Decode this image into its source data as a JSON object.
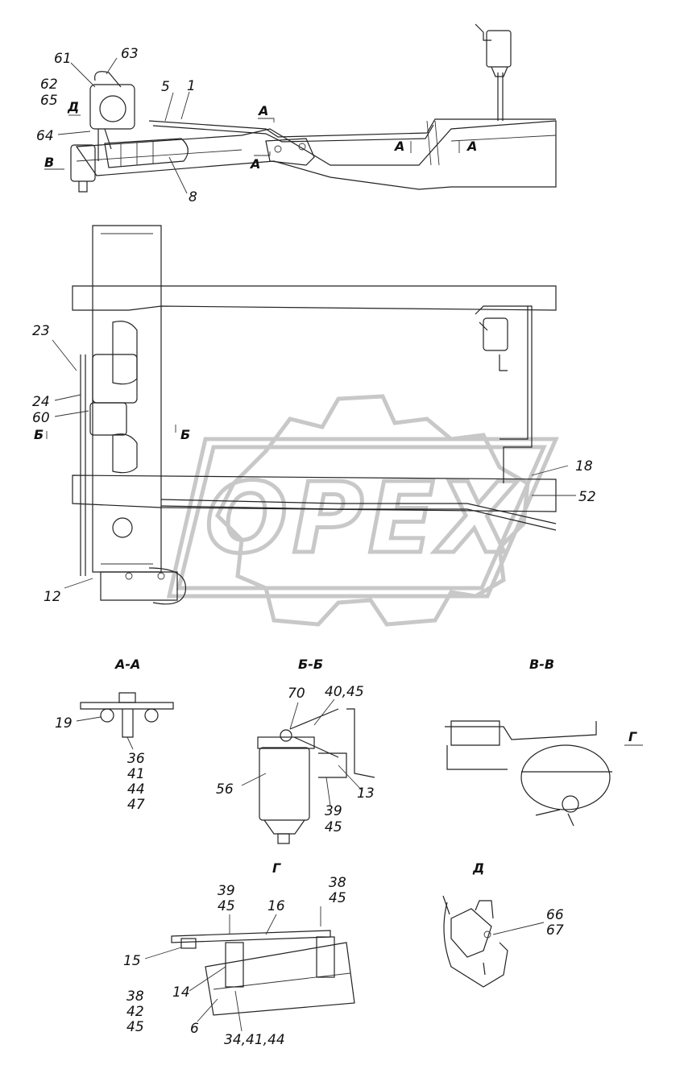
{
  "watermark": {
    "text": "OPEX"
  },
  "top_view_labels": {
    "l61": "61",
    "l63": "63",
    "l62": "62",
    "l65": "65",
    "l5": "5",
    "l1": "1",
    "arrow_d": "Д",
    "l64": "64",
    "arrow_a_top": "А",
    "arrow_a_left": "А",
    "arrow_a_mid1": "А",
    "arrow_a_mid2": "А",
    "arrow_v": "В",
    "l8": "8"
  },
  "plan_view_labels": {
    "l23": "23",
    "l24": "24",
    "l60": "60",
    "arrow_b_left": "Б",
    "arrow_b_right": "Б",
    "l18": "18",
    "l52": "52",
    "l12": "12"
  },
  "sections": {
    "aa": {
      "title": "А-А",
      "l19": "19",
      "l36": "36",
      "l41": "41",
      "l44": "44",
      "l47": "47"
    },
    "bb": {
      "title": "Б-Б",
      "l70": "70",
      "l40_45": "40,45",
      "l56": "56",
      "l13": "13",
      "l39": "39",
      "l45": "45"
    },
    "vv": {
      "title": "В-В",
      "arrow_g": "Г"
    },
    "g": {
      "title": "Г",
      "l39": "39",
      "l45a": "45",
      "l16": "16",
      "l38a": "38",
      "l45b": "45",
      "l15": "15",
      "l14": "14",
      "l38b": "38",
      "l42": "42",
      "l45c": "45",
      "l6": "6",
      "l34_41_44": "34,41,44"
    },
    "d": {
      "title": "Д",
      "l66": "66",
      "l67": "67"
    }
  }
}
